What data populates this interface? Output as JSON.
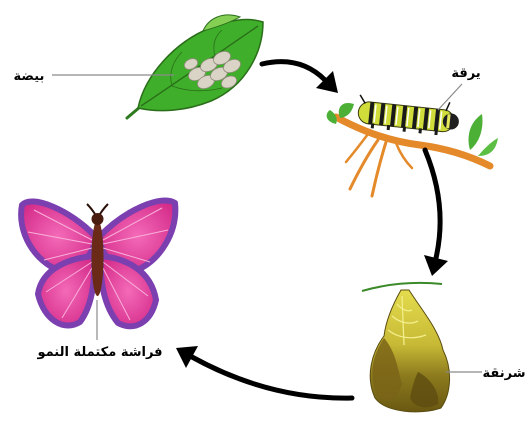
{
  "diagram": {
    "stages": [
      {
        "id": "egg",
        "label": "بيضة"
      },
      {
        "id": "larva",
        "label": "يرقة"
      },
      {
        "id": "pupa",
        "label": "شرنقة"
      },
      {
        "id": "adult",
        "label": "فراشة مكتملة النمو"
      }
    ]
  },
  "colors": {
    "background": "#ffffff",
    "arrow": "#000000",
    "leader_line": "#8a8a8a",
    "label_text": "#000000",
    "leaf": "#3fae2a",
    "egg": "#d9d4c6",
    "caterpillar": "#cfdc3a",
    "branch": "#e48a2a",
    "chrysalis": "#d6cc3a",
    "wing": "#e6409a",
    "wing_edge": "#7b3fb0",
    "butterfly_body": "#6b2a18"
  }
}
